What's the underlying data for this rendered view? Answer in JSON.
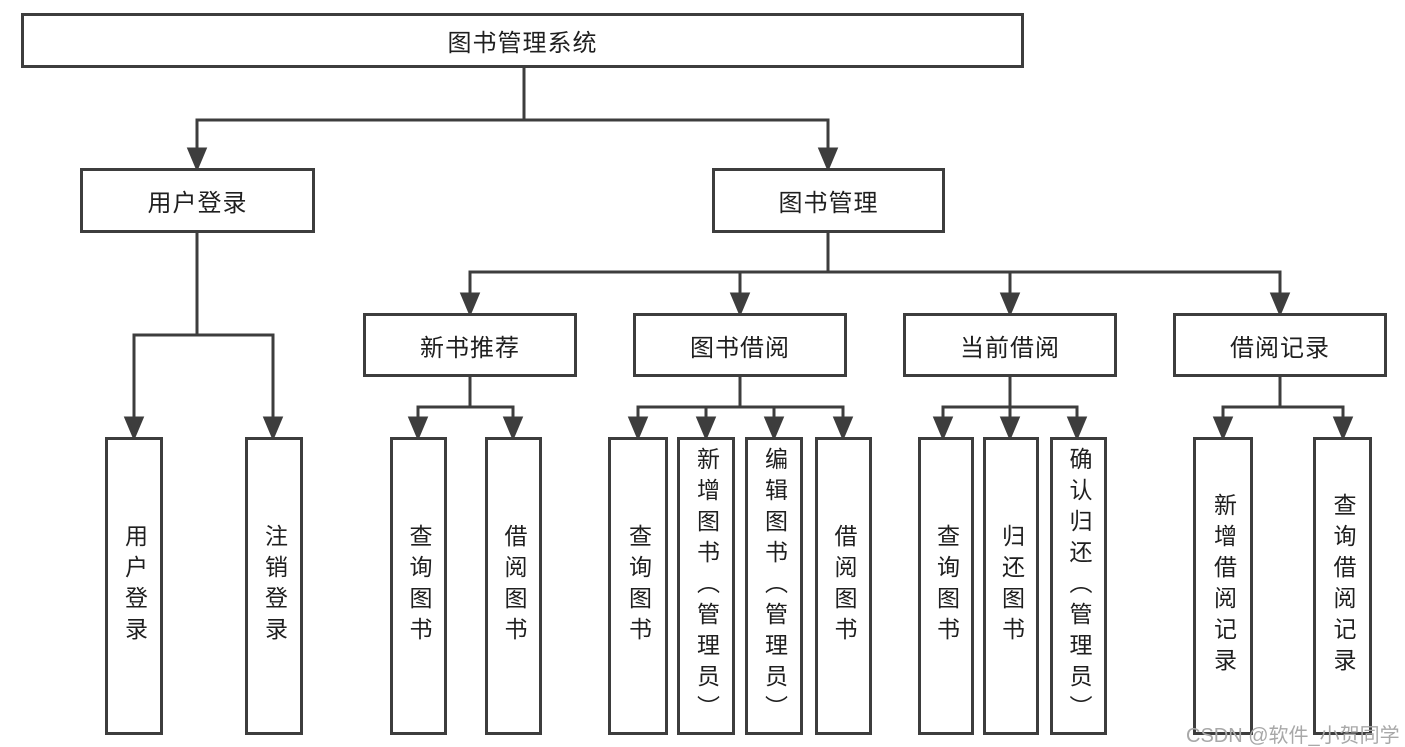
{
  "diagram": {
    "colors": {
      "line": "#3d3d3d",
      "text": "#1f1f1f",
      "background": "#ffffff",
      "watermark": "#a8a8a8"
    },
    "tree": {
      "root": {
        "label": "图书管理系统"
      },
      "branches": [
        {
          "label": "用户登录",
          "children": [
            {
              "label": "用户登录"
            },
            {
              "label": "注销登录"
            }
          ]
        },
        {
          "label": "图书管理",
          "sections": [
            {
              "label": "新书推荐",
              "children": [
                {
                  "label": "查询图书"
                },
                {
                  "label": "借阅图书"
                }
              ]
            },
            {
              "label": "图书借阅",
              "children": [
                {
                  "label": "查询图书"
                },
                {
                  "label": "新增图书（管理员）"
                },
                {
                  "label": "编辑图书（管理员）"
                },
                {
                  "label": "借阅图书"
                }
              ]
            },
            {
              "label": "当前借阅",
              "children": [
                {
                  "label": "查询图书"
                },
                {
                  "label": "归还图书"
                },
                {
                  "label": "确认归还（管理员）"
                }
              ]
            },
            {
              "label": "借阅记录",
              "children": [
                {
                  "label": "新增借阅记录"
                },
                {
                  "label": "查询借阅记录"
                }
              ]
            }
          ]
        }
      ]
    },
    "watermark": {
      "text": "CSDN @软件_小贺同学"
    }
  }
}
